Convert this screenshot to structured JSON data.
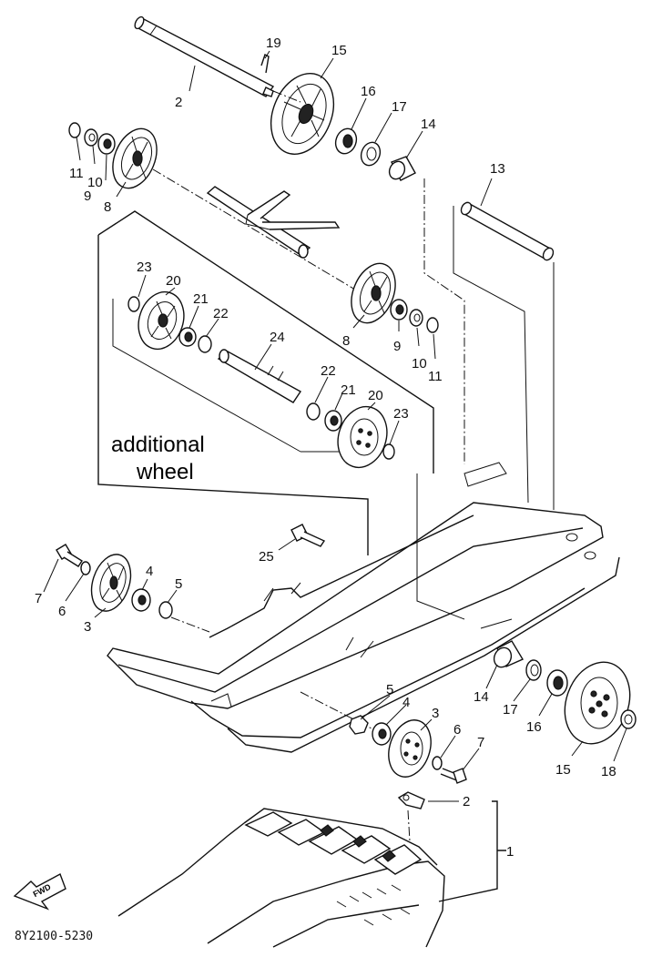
{
  "figure": {
    "caption_line1": "additional",
    "caption_line2": "wheel",
    "drawing_code": "8Y2100-5230",
    "direction_badge": "FWD"
  },
  "callouts": {
    "n1": "1",
    "n2a": "2",
    "n2b": "2",
    "n3a": "3",
    "n3b": "3",
    "n4a": "4",
    "n4b": "4",
    "n5a": "5",
    "n5b": "5",
    "n6a": "6",
    "n6b": "6",
    "n7a": "7",
    "n7b": "7",
    "n8a": "8",
    "n8b": "8",
    "n9a": "9",
    "n9b": "9",
    "n10a": "10",
    "n10b": "10",
    "n11a": "11",
    "n11b": "11",
    "n13": "13",
    "n14a": "14",
    "n14b": "14",
    "n15a": "15",
    "n15b": "15",
    "n16a": "16",
    "n16b": "16",
    "n17a": "17",
    "n17b": "17",
    "n18": "18",
    "n19": "19",
    "n20a": "20",
    "n20b": "20",
    "n21a": "21",
    "n21b": "21",
    "n22a": "22",
    "n22b": "22",
    "n23a": "23",
    "n23b": "23",
    "n24": "24",
    "n25": "25"
  }
}
